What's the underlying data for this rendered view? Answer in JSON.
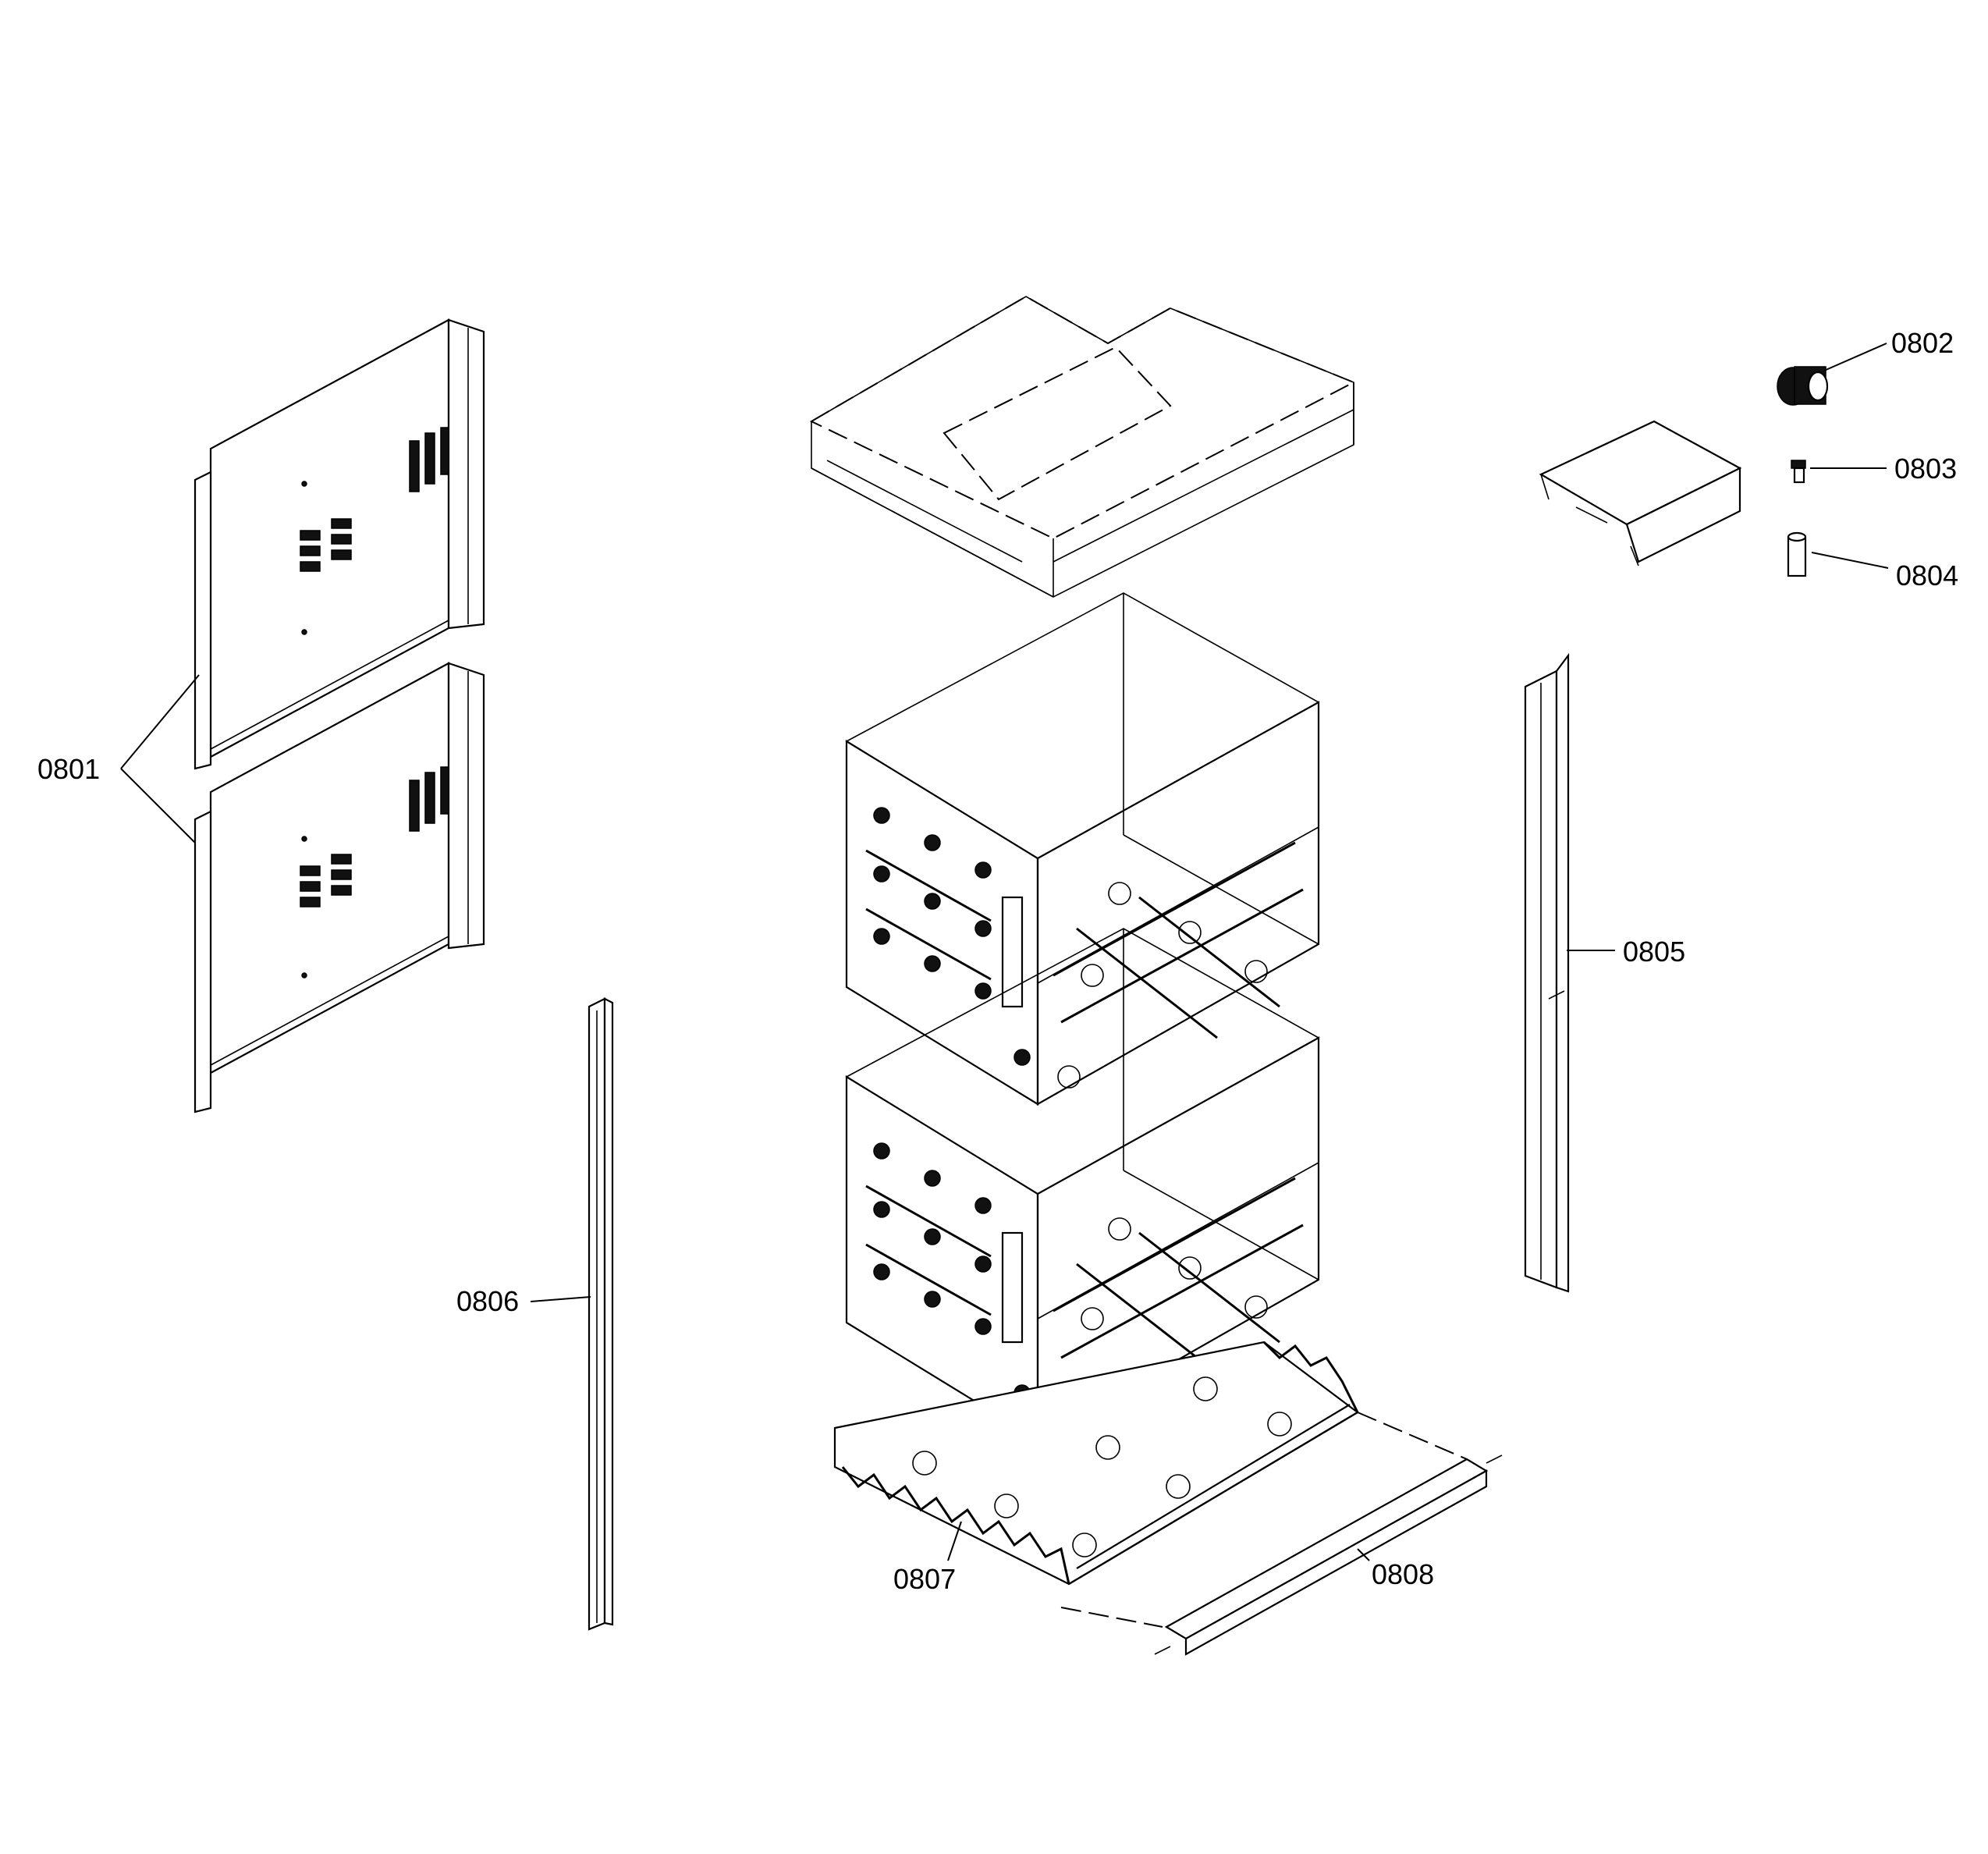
{
  "parts": [
    {
      "id": "0801",
      "name": "side-panel-left"
    },
    {
      "id": "0802",
      "name": "fan-motor"
    },
    {
      "id": "0803",
      "name": "bushing"
    },
    {
      "id": "0804",
      "name": "spacer"
    },
    {
      "id": "0805",
      "name": "side-trim-right"
    },
    {
      "id": "0806",
      "name": "side-trim-left"
    },
    {
      "id": "0807",
      "name": "base-tray"
    },
    {
      "id": "0808",
      "name": "front-trim"
    }
  ]
}
